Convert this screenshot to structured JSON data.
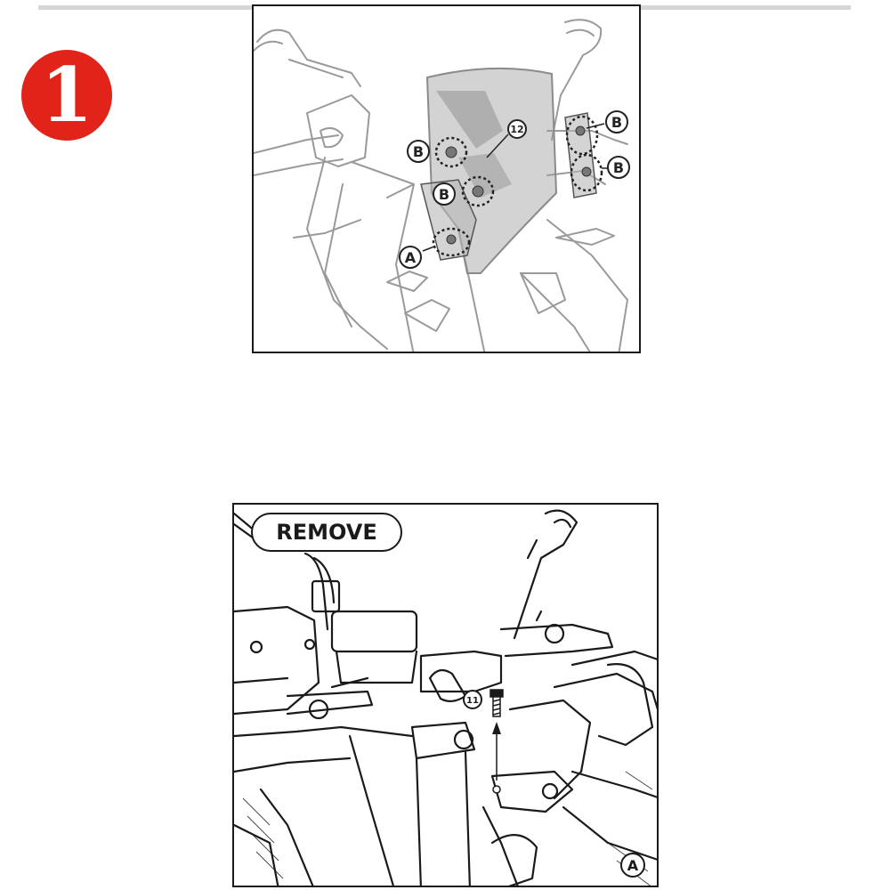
{
  "step": {
    "number": "1",
    "badge_color": "#e2231a"
  },
  "top_figure": {
    "part_number": "12",
    "callouts_b": [
      "B",
      "B",
      "B",
      "B"
    ],
    "callout_a": "A"
  },
  "bottom_figure": {
    "action_label": "REMOVE",
    "part_number": "11",
    "callout_a": "A"
  }
}
